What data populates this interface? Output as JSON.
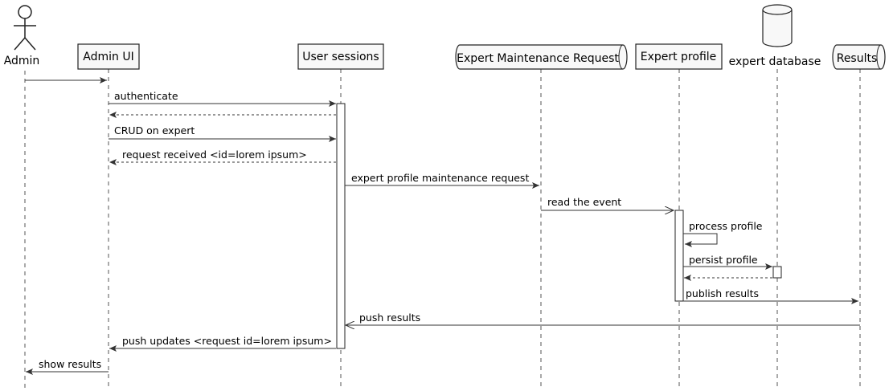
{
  "participants": {
    "admin": "Admin",
    "admin_ui": "Admin UI",
    "user_sessions": "User sessions",
    "expert_maintenance_request": "Expert Maintenance Request",
    "expert_profile": "Expert profile",
    "expert_database": "expert database",
    "results": "Results"
  },
  "messages": [
    "",
    "authenticate",
    "",
    "CRUD on expert",
    "request received <id=lorem ipsum>",
    "expert profile maintenance request",
    "read the event",
    "process profile",
    "persist profile",
    "",
    "publish results",
    "push results",
    "push updates <request id=lorem ipsum>",
    "show results"
  ]
}
